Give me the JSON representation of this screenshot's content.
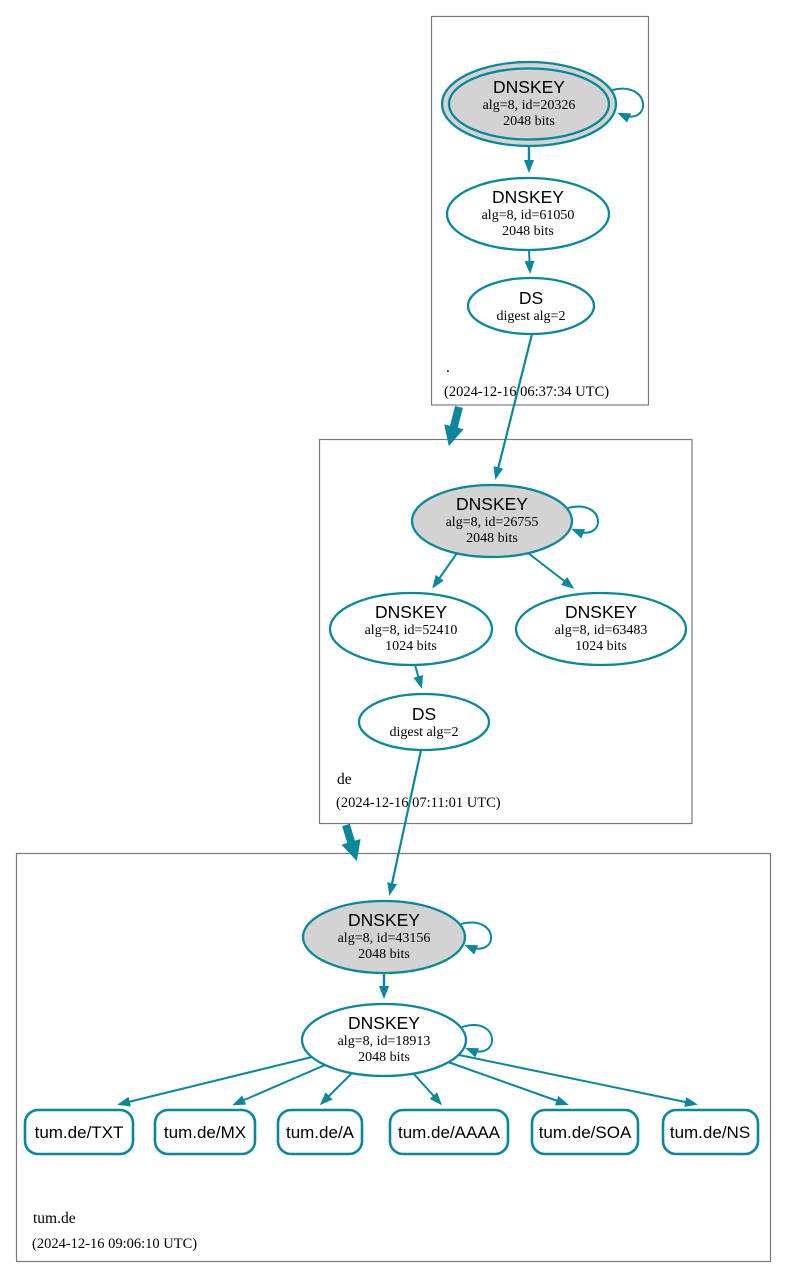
{
  "diagram_type": "dnssec-authentication-chain",
  "colors": {
    "secure_accent": "#0a879a",
    "ksk_fill": "#d3d3d3",
    "cluster_border": "#7a7a7a",
    "text": "#000000"
  },
  "zones": {
    "root": {
      "label": ".",
      "timestamp": "(2024-12-16 06:37:34 UTC)"
    },
    "de": {
      "label": "de",
      "timestamp": "(2024-12-16 07:11:01 UTC)"
    },
    "tumde": {
      "label": "tum.de",
      "timestamp": "(2024-12-16 09:06:10 UTC)"
    }
  },
  "nodes": {
    "ksk_root": {
      "title": "DNSKEY",
      "detail1": "alg=8, id=20326",
      "detail2": "2048 bits"
    },
    "zsk_root": {
      "title": "DNSKEY",
      "detail1": "alg=8, id=61050",
      "detail2": "2048 bits"
    },
    "ds_root": {
      "title": "DS",
      "detail1": "digest alg=2"
    },
    "ksk_de": {
      "title": "DNSKEY",
      "detail1": "alg=8, id=26755",
      "detail2": "2048 bits"
    },
    "zsk_de1": {
      "title": "DNSKEY",
      "detail1": "alg=8, id=52410",
      "detail2": "1024 bits"
    },
    "zsk_de2": {
      "title": "DNSKEY",
      "detail1": "alg=8, id=63483",
      "detail2": "1024 bits"
    },
    "ds_de": {
      "title": "DS",
      "detail1": "digest alg=2"
    },
    "ksk_tumde": {
      "title": "DNSKEY",
      "detail1": "alg=8, id=43156",
      "detail2": "2048 bits"
    },
    "zsk_tumde": {
      "title": "DNSKEY",
      "detail1": "alg=8, id=18913",
      "detail2": "2048 bits"
    }
  },
  "records": {
    "txt": {
      "label": "tum.de/TXT"
    },
    "mx": {
      "label": "tum.de/MX"
    },
    "a": {
      "label": "tum.de/A"
    },
    "aaaa": {
      "label": "tum.de/AAAA"
    },
    "soa": {
      "label": "tum.de/SOA"
    },
    "ns": {
      "label": "tum.de/NS"
    }
  },
  "edges": [
    {
      "from": "ksk_root",
      "to": "ksk_root",
      "type": "self-sign"
    },
    {
      "from": "ksk_root",
      "to": "zsk_root",
      "type": "sign"
    },
    {
      "from": "zsk_root",
      "to": "ds_root",
      "type": "sign"
    },
    {
      "from": "ds_root",
      "to": "ksk_de",
      "type": "delegation-digest"
    },
    {
      "from": "zone-root",
      "to": "zone-de",
      "type": "zone-delegation"
    },
    {
      "from": "ksk_de",
      "to": "ksk_de",
      "type": "self-sign"
    },
    {
      "from": "ksk_de",
      "to": "zsk_de1",
      "type": "sign"
    },
    {
      "from": "ksk_de",
      "to": "zsk_de2",
      "type": "sign"
    },
    {
      "from": "zsk_de1",
      "to": "ds_de",
      "type": "sign"
    },
    {
      "from": "ds_de",
      "to": "ksk_tumde",
      "type": "delegation-digest"
    },
    {
      "from": "zone-de",
      "to": "zone-tumde",
      "type": "zone-delegation"
    },
    {
      "from": "ksk_tumde",
      "to": "ksk_tumde",
      "type": "self-sign"
    },
    {
      "from": "ksk_tumde",
      "to": "zsk_tumde",
      "type": "sign"
    },
    {
      "from": "zsk_tumde",
      "to": "zsk_tumde",
      "type": "self-sign"
    },
    {
      "from": "zsk_tumde",
      "to": "txt",
      "type": "sign"
    },
    {
      "from": "zsk_tumde",
      "to": "mx",
      "type": "sign"
    },
    {
      "from": "zsk_tumde",
      "to": "a",
      "type": "sign"
    },
    {
      "from": "zsk_tumde",
      "to": "aaaa",
      "type": "sign"
    },
    {
      "from": "zsk_tumde",
      "to": "soa",
      "type": "sign"
    },
    {
      "from": "zsk_tumde",
      "to": "ns",
      "type": "sign"
    }
  ]
}
